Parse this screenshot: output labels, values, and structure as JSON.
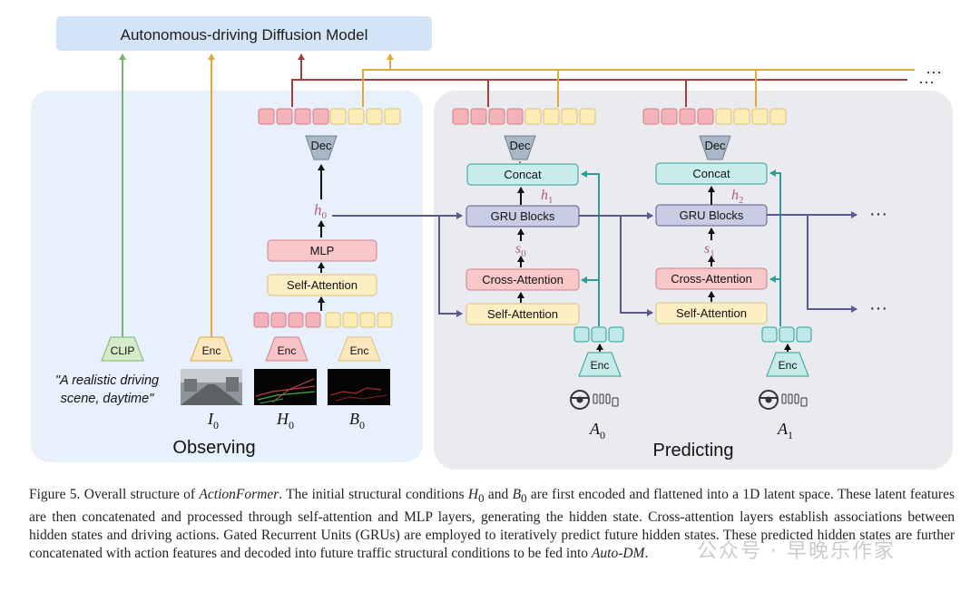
{
  "diagram": {
    "title": "Autonomous-driving Diffusion Model",
    "observing_label": "Observing",
    "predicting_label": "Predicting",
    "clip_label": "CLIP",
    "enc_label": "Enc",
    "dec_label": "Dec",
    "mlp_label": "MLP",
    "self_attention_label": "Self-Attention",
    "cross_attention_label": "Cross-Attention",
    "gru_label": "GRU Blocks",
    "concat_label": "Concat",
    "prompt_line1": "\"A realistic driving",
    "prompt_line2": "scene, daytime\"",
    "ellipsis": "···",
    "symbols": {
      "I0": "I",
      "I0_sub": "0",
      "H0": "H",
      "H0_sub": "0",
      "B0": "B",
      "B0_sub": "0",
      "A0": "A",
      "A0_sub": "0",
      "A1": "A",
      "A1_sub": "1",
      "h0": "h",
      "h0_sub": "0",
      "h1": "h",
      "h1_sub": "1",
      "h2": "h",
      "h2_sub": "2",
      "s0": "s",
      "s0_sub": "0",
      "s1": "s",
      "s1_sub": "1"
    },
    "colors": {
      "observing_bg": "#e8f1fb",
      "predicting_bg": "#e9ebee",
      "title_bg": "#d4e4f7",
      "red_token": "#f4b3b8",
      "yellow_token": "#fcecb5",
      "teal_token": "#bfe9e7",
      "green_arrow": "#7bb36e",
      "orange_arrow": "#e1a93b",
      "red_arrow": "#a83d3d",
      "teal_arrow": "#2f9c98",
      "purple_arrow": "#5b5891",
      "label_pink": "#b45f82"
    }
  },
  "caption": {
    "figure": "Figure 5.",
    "t1": " Overall structure of ",
    "name1": "ActionFormer",
    "t2": ". The initial structural conditions ",
    "H": "H",
    "Hsub": "0",
    "t3": " and ",
    "B": "B",
    "Bsub": "0",
    "t4": " are first encoded and flattened into a 1D latent space. These latent features are then concatenated and processed through self-attention and MLP layers, generating the hidden state. Cross-attention layers establish associations between hidden states and driving actions. Gated Recurrent Units (GRUs) are employed to iteratively predict future hidden states. These predicted hidden states are further concatenated with action features and decoded into future traffic structural conditions to be fed into ",
    "name2": "Auto-DM",
    "t5": "."
  },
  "watermark": "公众号 · 早晚乐作家"
}
